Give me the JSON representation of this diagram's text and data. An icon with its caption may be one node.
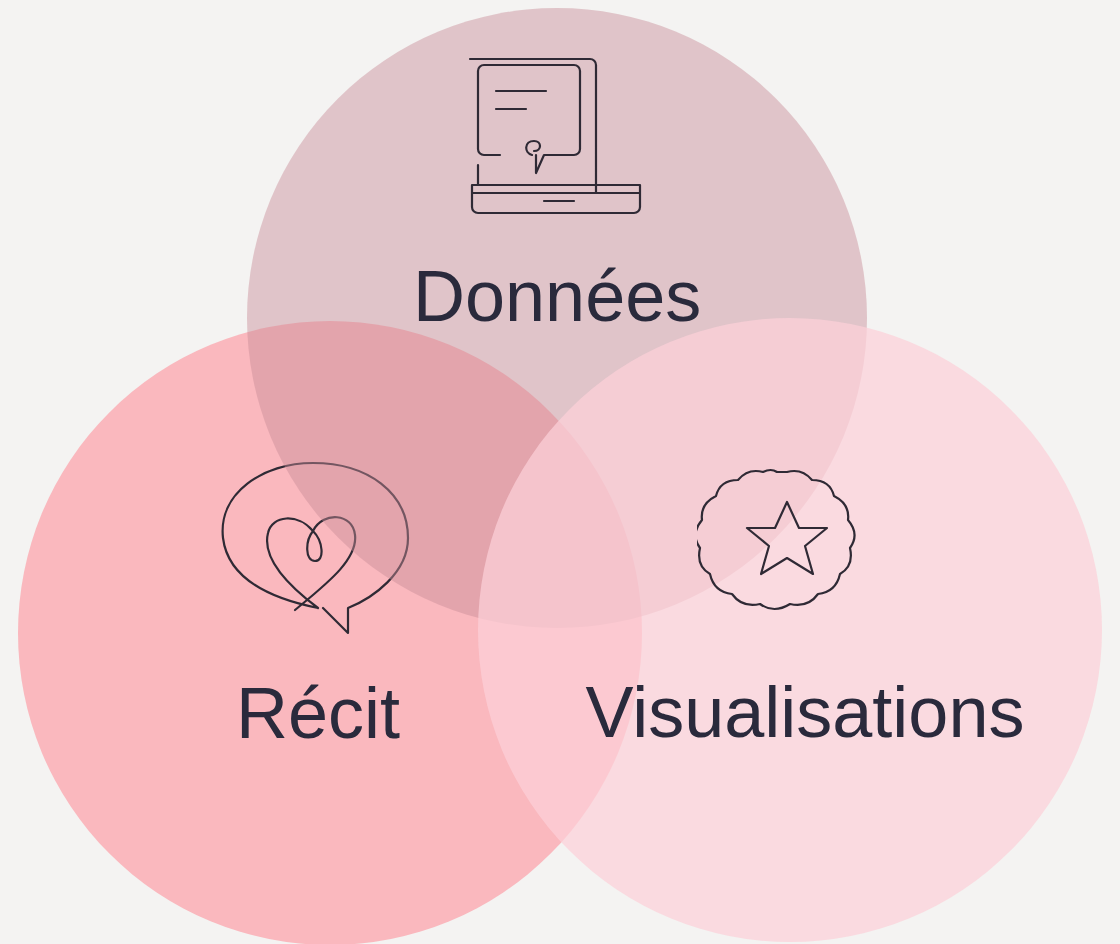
{
  "diagram": {
    "nodes": [
      {
        "text": [
          "Données"
        ]
      },
      {
        "text": [
          "Récit"
        ]
      },
      {
        "text": [
          "Visualisations"
        ]
      }
    ]
  }
}
